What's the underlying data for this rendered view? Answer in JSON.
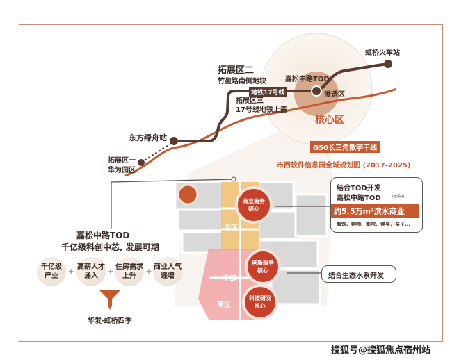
{
  "top": {
    "expansion2_title": "拓展区二",
    "expansion2_sub": "竹盈路南侧地块",
    "metro_label": "地铁17号线",
    "expansion3_title": "拓展区三",
    "expansion3_sub": "17号线地铁上盖",
    "tod_label": "嘉松中路TOD",
    "penetration": "渗透区",
    "core_zone": "核心区",
    "station_east": "东方绿舟站",
    "expansion1_title": "拓展区一",
    "expansion1_sub": "华为园区",
    "hongqiao_station": "虹桥火车站",
    "g50_label": "G50长三角数字干线",
    "plan_title": "市西软件信息园全城规划图 (2017-2025)"
  },
  "left": {
    "heading1": "嘉松中路TOD",
    "heading2": "千亿级科创中芯, 发展可期",
    "factors": [
      {
        "l1": "千亿级",
        "l2": "产业"
      },
      {
        "l1": "高薪人才",
        "l2": "涌入"
      },
      {
        "l1": "住房需求",
        "l2": "上升"
      },
      {
        "l1": "商业人气",
        "l2": "递增"
      }
    ],
    "plus": "+",
    "result": "华发·虹桥四季"
  },
  "map": {
    "north": "北区",
    "middle": "中部",
    "south": "南区",
    "cores": [
      {
        "l1": "商业商务",
        "l2": "核心"
      },
      {
        "l1": "创新服务",
        "l2": "核心"
      },
      {
        "l1": "科技研发",
        "l2": "核心"
      }
    ]
  },
  "callout1": {
    "line1": "结合TOD开发",
    "line2": "嘉松中路TOD",
    "note": "(建设中)",
    "highlight": "约5.5万m²滨水商业",
    "detail": "餐饮、购物、影院、健身、亲子..."
  },
  "callout2": {
    "text": "结合生态水系开发"
  },
  "watermark": "搜狐号@搜狐焦点宿州站",
  "colors": {
    "brown": "#5a3a30",
    "orange": "#c8582e",
    "red": "#c9402a",
    "yellow": "#f0c070",
    "pink": "#f0a0a0"
  }
}
